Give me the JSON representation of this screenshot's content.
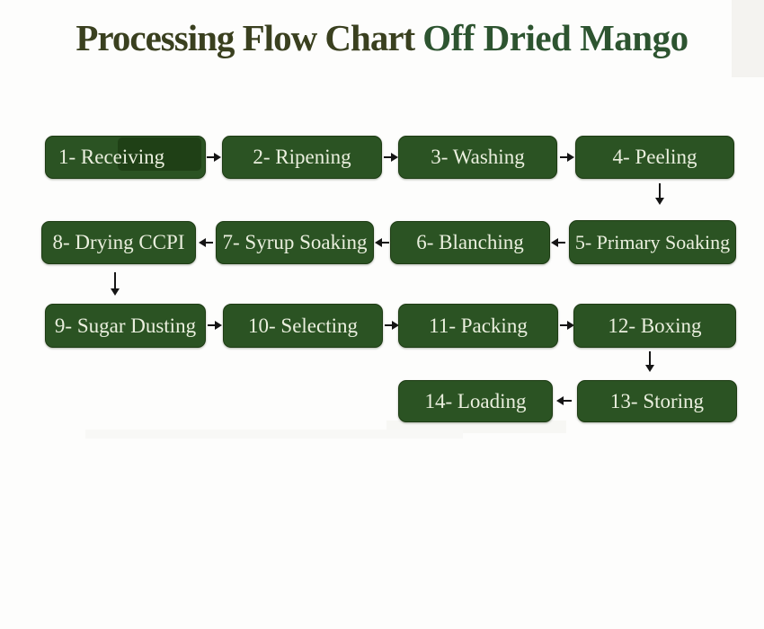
{
  "title": {
    "part1": "Processing Flow Chart",
    "part2": "Off Dried Mango"
  },
  "steps": [
    {
      "id": 1,
      "label": "1- Receiving"
    },
    {
      "id": 2,
      "label": "2- Ripening"
    },
    {
      "id": 3,
      "label": "3- Washing"
    },
    {
      "id": 4,
      "label": "4- Peeling"
    },
    {
      "id": 5,
      "label": "5- Primary Soaking"
    },
    {
      "id": 6,
      "label": "6- Blanching"
    },
    {
      "id": 7,
      "label": "7- Syrup Soaking"
    },
    {
      "id": 8,
      "label": "8- Drying CCPI"
    },
    {
      "id": 9,
      "label": "9- Sugar Dusting"
    },
    {
      "id": 10,
      "label": "10- Selecting"
    },
    {
      "id": 11,
      "label": "11- Packing"
    },
    {
      "id": 12,
      "label": "12- Boxing"
    },
    {
      "id": 13,
      "label": "13- Storing"
    },
    {
      "id": 14,
      "label": "14- Loading"
    }
  ],
  "flow_connections": [
    "1-Receiving -> 2-Ripening",
    "2-Ripening -> 3-Washing",
    "3-Washing -> 4-Peeling",
    "4-Peeling -> 5-Primary Soaking",
    "5-Primary Soaking -> 6-Blanching",
    "6-Blanching -> 7-Syrup Soaking",
    "7-Syrup Soaking -> 8-Drying CCPI",
    "8-Drying CCPI -> 9-Sugar Dusting",
    "9-Sugar Dusting -> 10-Selecting",
    "10-Selecting -> 11-Packing",
    "11-Packing -> 12-Boxing",
    "12-Boxing -> 13-Storing",
    "13-Storing -> 14-Loading"
  ],
  "colors": {
    "box_fill": "#2b5323",
    "box_fill_dark": "#1f4016",
    "box_border": "#1d3b13",
    "box_text": "#eaefde",
    "title_primary": "#3a401f",
    "title_secondary": "#2d5430",
    "arrow": "#151515",
    "background": "#fdfdfc"
  }
}
